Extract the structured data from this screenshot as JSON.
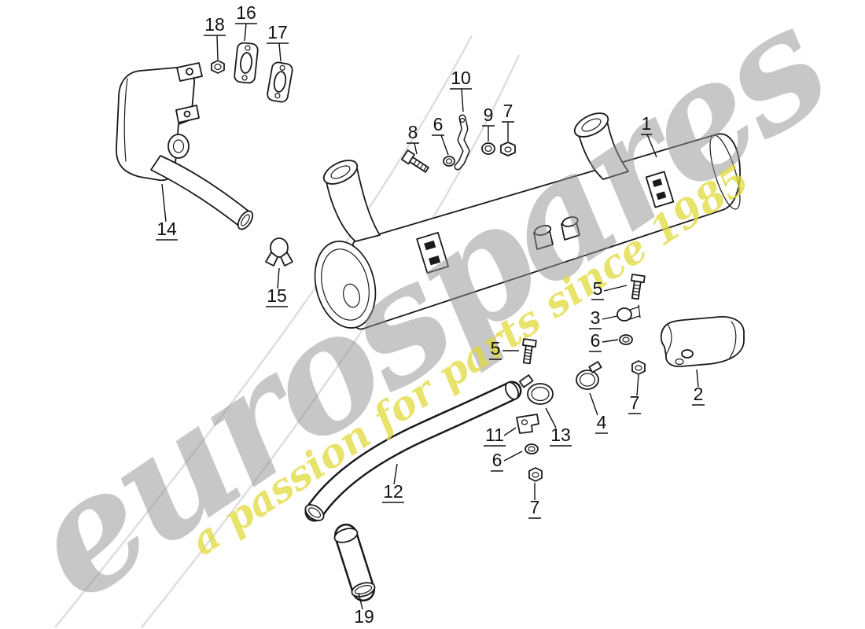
{
  "watermark": {
    "brand": "eurospares",
    "tagline": "a passion for parts since 1985",
    "brand_color": "#c7c7c7",
    "tagline_color": "#e8e36b"
  },
  "diagram": {
    "line_color": "#1a1a1a",
    "background_color": "#ffffff"
  },
  "callouts": [
    {
      "num": "18"
    },
    {
      "num": "16"
    },
    {
      "num": "17"
    },
    {
      "num": "10"
    },
    {
      "num": "8"
    },
    {
      "num": "6"
    },
    {
      "num": "9"
    },
    {
      "num": "7"
    },
    {
      "num": "1"
    },
    {
      "num": "14"
    },
    {
      "num": "15"
    },
    {
      "num": "5"
    },
    {
      "num": "3"
    },
    {
      "num": "6"
    },
    {
      "num": "7"
    },
    {
      "num": "2"
    },
    {
      "num": "5"
    },
    {
      "num": "13"
    },
    {
      "num": "4"
    },
    {
      "num": "11"
    },
    {
      "num": "6"
    },
    {
      "num": "7"
    },
    {
      "num": "12"
    },
    {
      "num": "19"
    }
  ]
}
